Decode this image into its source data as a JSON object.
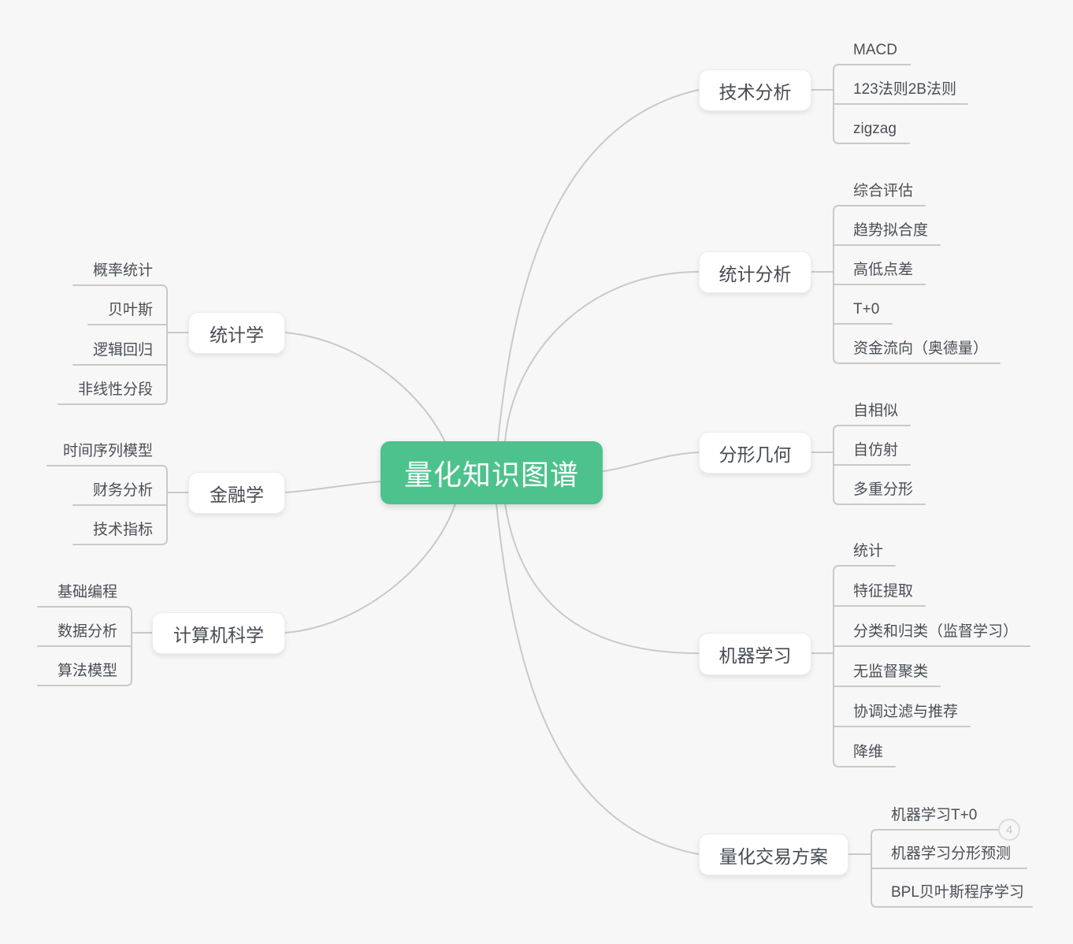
{
  "canvas": {
    "background": "#f7f7f7"
  },
  "colors": {
    "center_bg": "#4dc28c",
    "center_text": "#ffffff",
    "node_bg": "#ffffff",
    "node_text": "#474c52",
    "child_text": "#4a4f55",
    "line": "#c9c9c9",
    "badge": "#c6c6c6"
  },
  "center": {
    "label": "量化知识图谱"
  },
  "left_branches": [
    {
      "label": "统计学",
      "children": [
        "概率统计",
        "贝叶斯",
        "逻辑回归",
        "非线性分段"
      ]
    },
    {
      "label": "金融学",
      "children": [
        "时间序列模型",
        "财务分析",
        "技术指标"
      ]
    },
    {
      "label": "计算机科学",
      "children": [
        "基础编程",
        "数据分析",
        "算法模型"
      ]
    }
  ],
  "right_branches": [
    {
      "label": "技术分析",
      "children": [
        "MACD",
        "123法则2B法则",
        "zigzag"
      ]
    },
    {
      "label": "统计分析",
      "children": [
        "综合评估",
        "趋势拟合度",
        "高低点差",
        "T+0",
        "资金流向（奥德量）"
      ]
    },
    {
      "label": "分形几何",
      "children": [
        "自相似",
        "自仿射",
        "多重分形"
      ]
    },
    {
      "label": "机器学习",
      "children": [
        "统计",
        "特征提取",
        "分类和归类（监督学习）",
        "无监督聚类",
        "协调过滤与推荐",
        "降维"
      ]
    },
    {
      "label": "量化交易方案",
      "children": [
        "机器学习T+0",
        "机器学习分形预测",
        "BPL贝叶斯程序学习"
      ],
      "badge": "4"
    }
  ]
}
